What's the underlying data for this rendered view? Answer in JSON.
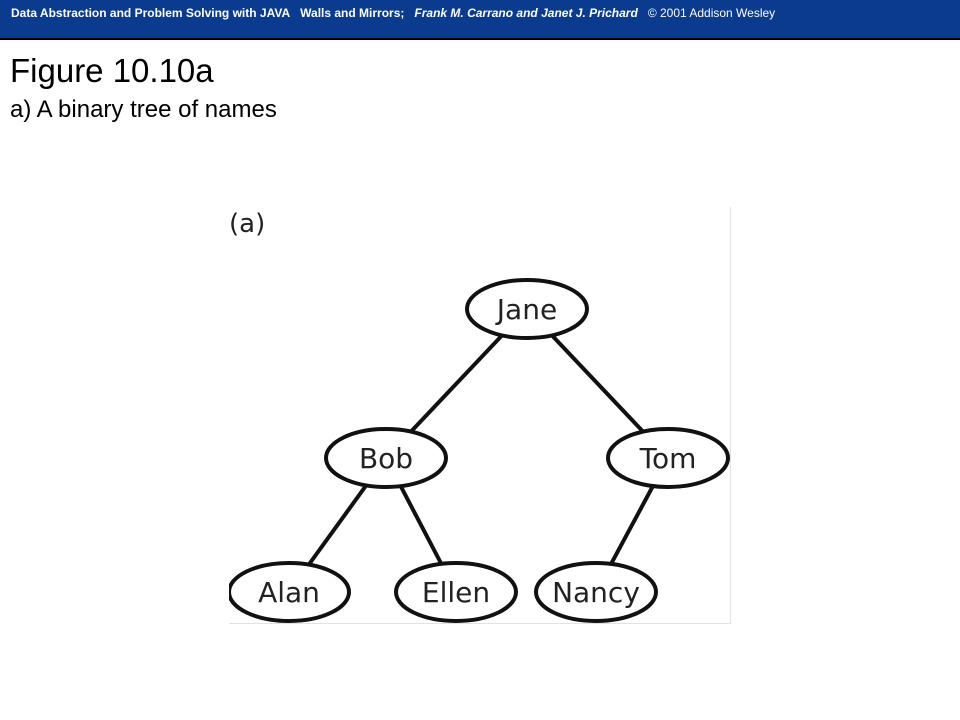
{
  "header": {
    "book_title": "Data Abstraction and Problem Solving with JAVA",
    "subtitle": "Walls and Mirrors;",
    "authors": "Frank M. Carrano and Janet J. Prichard",
    "copyright": "© 2001 Addison Wesley",
    "bar_color": "#0a3b8f"
  },
  "slide": {
    "title": "Figure 10.10a",
    "subtitle": "a) A binary tree of names"
  },
  "diagram": {
    "panel_label": "(a)",
    "nodes": [
      {
        "id": "jane",
        "label": "Jane"
      },
      {
        "id": "bob",
        "label": "Bob"
      },
      {
        "id": "tom",
        "label": "Tom"
      },
      {
        "id": "alan",
        "label": "Alan"
      },
      {
        "id": "ellen",
        "label": "Ellen"
      },
      {
        "id": "nancy",
        "label": "Nancy"
      }
    ],
    "edges": [
      {
        "from": "jane",
        "to": "bob"
      },
      {
        "from": "jane",
        "to": "tom"
      },
      {
        "from": "bob",
        "to": "alan"
      },
      {
        "from": "bob",
        "to": "ellen"
      },
      {
        "from": "tom",
        "to": "nancy"
      }
    ]
  }
}
